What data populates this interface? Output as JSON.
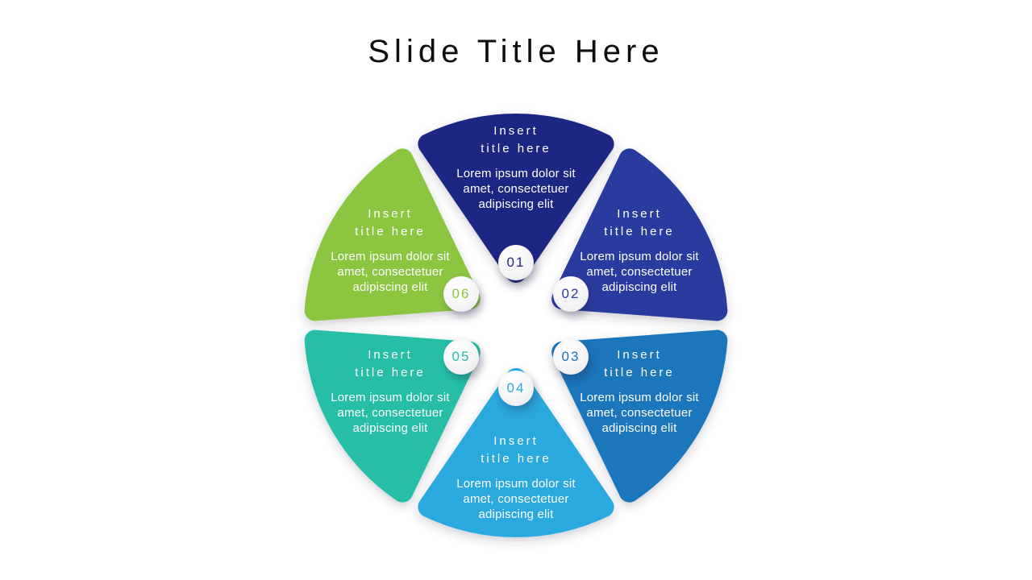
{
  "slide": {
    "title": "Slide Title Here",
    "title_color": "#0d0d0d",
    "background_color": "#ffffff"
  },
  "diagram": {
    "type": "circular-6-segment-infographic",
    "badge_background": "#f5f5f7",
    "text_color": "#ffffff",
    "segments": [
      {
        "number": "01",
        "position": "top",
        "color": "#1F2583",
        "title_lines": [
          "Insert",
          "title here"
        ],
        "body_lines": [
          "Lorem ipsum dolor sit",
          "amet, consectetuer",
          "adipiscing elit"
        ]
      },
      {
        "number": "02",
        "position": "top-right",
        "color": "#2B3AA0",
        "title_lines": [
          "Insert",
          "title here"
        ],
        "body_lines": [
          "Lorem ipsum dolor sit",
          "amet, consectetuer",
          "adipiscing elit"
        ]
      },
      {
        "number": "03",
        "position": "bottom-right",
        "color": "#1B76BC",
        "title_lines": [
          "Insert",
          "title here"
        ],
        "body_lines": [
          "Lorem ipsum dolor sit",
          "amet, consectetuer",
          "adipiscing elit"
        ]
      },
      {
        "number": "04",
        "position": "bottom",
        "color": "#29A9DE",
        "title_lines": [
          "Insert",
          "title here"
        ],
        "body_lines": [
          "Lorem ipsum dolor sit",
          "amet, consectetuer",
          "adipiscing elit"
        ]
      },
      {
        "number": "05",
        "position": "bottom-left",
        "color": "#25BFA6",
        "title_lines": [
          "Insert",
          "title here"
        ],
        "body_lines": [
          "Lorem ipsum dolor sit",
          "amet, consectetuer",
          "adipiscing elit"
        ]
      },
      {
        "number": "06",
        "position": "top-left",
        "color": "#8CC63F",
        "title_lines": [
          "Insert",
          "title here"
        ],
        "body_lines": [
          "Lorem ipsum dolor sit",
          "amet, consectetuer",
          "adipiscing elit"
        ]
      }
    ]
  }
}
